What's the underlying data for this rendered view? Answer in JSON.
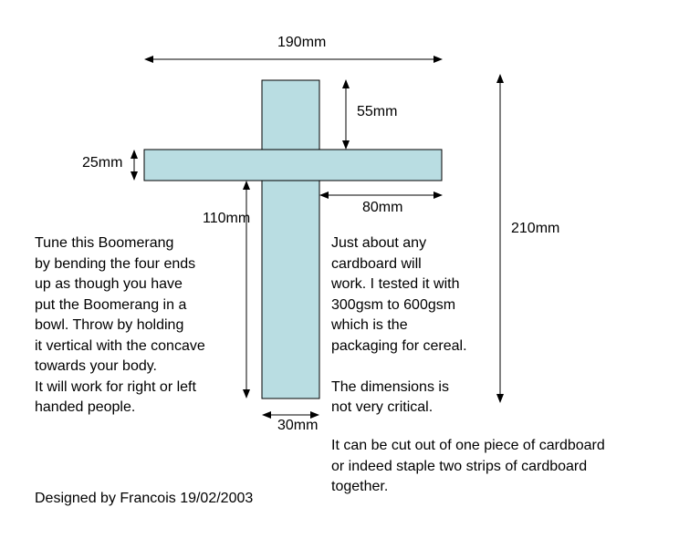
{
  "colors": {
    "cross_fill": "#b9dde2",
    "outline": "#000000",
    "background": "#ffffff"
  },
  "dimensions": {
    "overall_width": "190mm",
    "top_length": "55mm",
    "arm_height": "25mm",
    "arm_length": "80mm",
    "lower_length": "110mm",
    "overall_height": "210mm",
    "stem_width": "30mm"
  },
  "notes": {
    "tuning": "Tune this Boomerang\nby bending the four ends\nup as though you have\nput the Boomerang in a\nbowl. Throw by holding\nit vertical with the concave\ntowards your body.\nIt will work for right or left\nhanded people.",
    "material": "Just about any\ncardboard will\nwork. I tested it with\n300gsm to 600gsm\nwhich is the\npackaging for cereal.\n\nThe dimensions is\nnot very critical.",
    "cutting": "It can be cut out of one piece of cardboard\nor indeed staple two strips of cardboard\ntogether.",
    "credit": "Designed by Francois 19/02/2003"
  }
}
